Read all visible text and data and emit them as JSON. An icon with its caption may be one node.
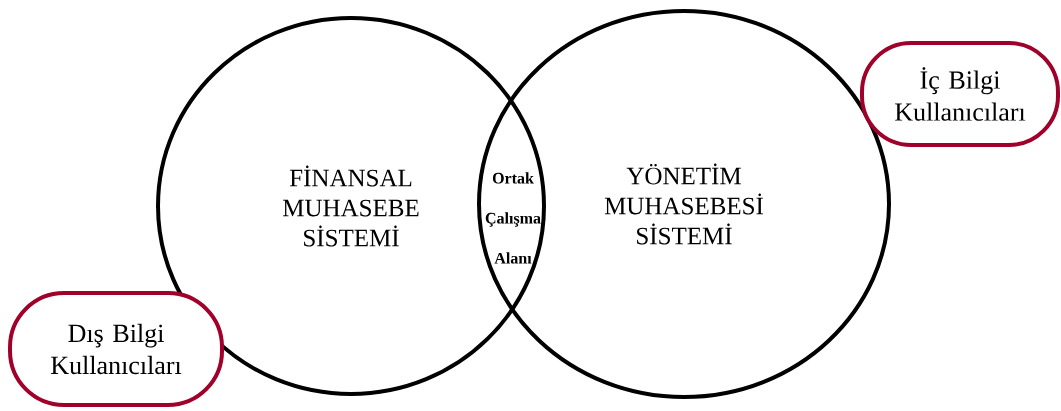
{
  "diagram": {
    "nodes": [
      {
        "text": [
          "FİNANSAL MUHASEBE SİSTEMİ"
        ]
      },
      {
        "text": [
          "YÖNETİM MUHASEBESİ SİSTEMİ"
        ]
      },
      {
        "text": [
          "İç Bilgi Kullanıcıları"
        ]
      },
      {
        "text": [
          "Dış Bilgi Kullanıcıları"
        ]
      }
    ],
    "labels": [
      "Ortak Çalışma Alanı"
    ]
  }
}
